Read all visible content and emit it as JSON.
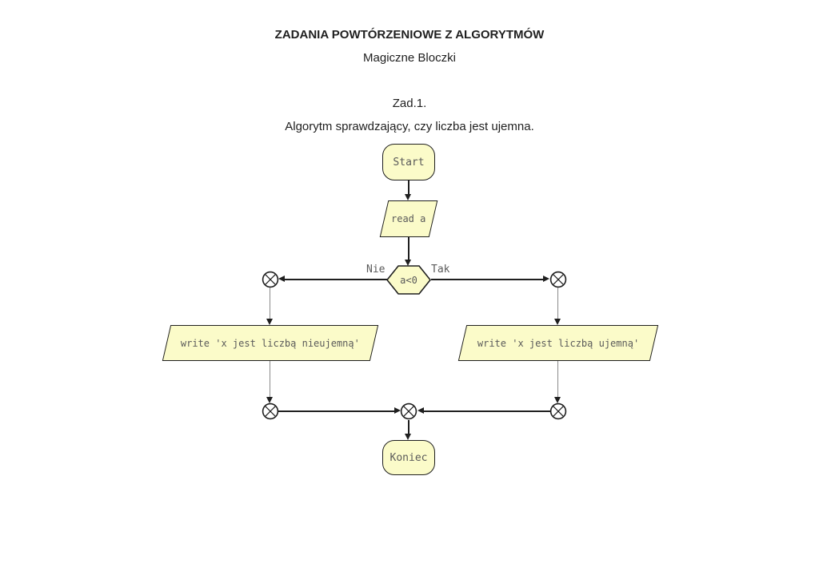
{
  "header": {
    "title": "ZADANIA POWTÓRZENIOWE Z ALGORYTMÓW",
    "subtitle": "Magiczne Bloczki",
    "task_label": "Zad.1.",
    "task_description": "Algorytm sprawdzający, czy liczba jest ujemna."
  },
  "flowchart": {
    "start_label": "Start",
    "read_label": "read a",
    "decision_label": "a<0",
    "branch_no_label": "Nie",
    "branch_yes_label": "Tak",
    "write_nonnegative_label": "write 'x jest liczbą nieujemną'",
    "write_negative_label": "write 'x jest liczbą ujemną'",
    "end_label": "Koniec"
  },
  "colors": {
    "block_fill": "#fbfbc9",
    "block_border": "#1f1f1f",
    "block_text": "#5a5a5a",
    "flow_line": "#1f1f1f",
    "branch_line": "#8a8a8a",
    "connector_fill": "#ffffff"
  }
}
